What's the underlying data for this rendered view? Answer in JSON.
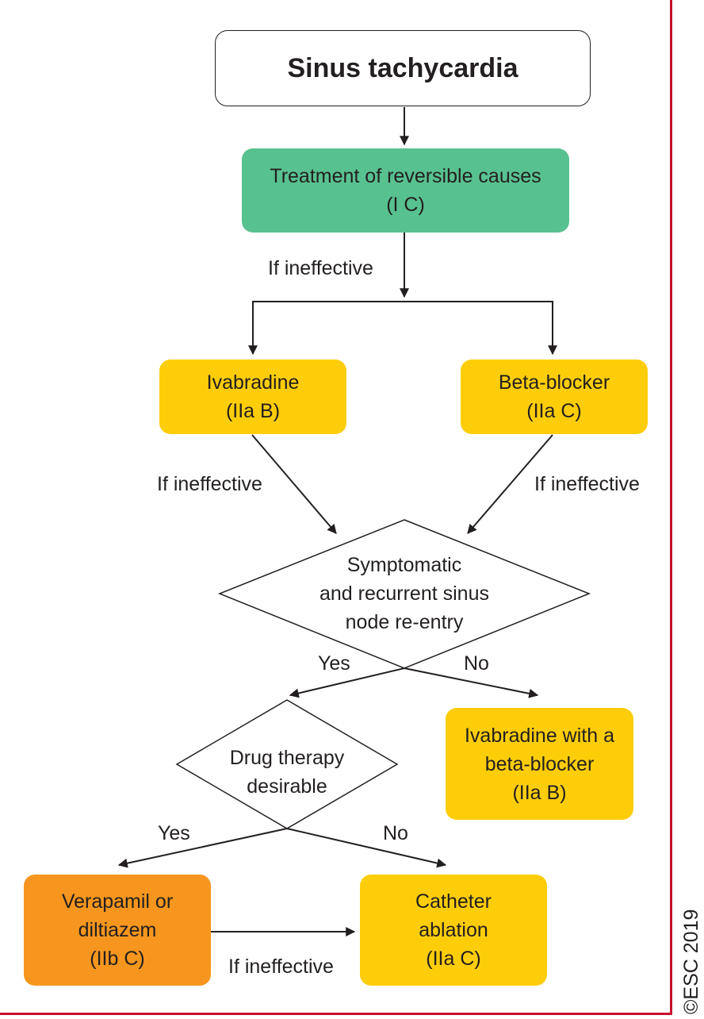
{
  "nodes": {
    "start": "Sinus tachycardia",
    "reversible": "Treatment of reversible causes\n(I C)",
    "ivabradine": "Ivabradine\n(IIa B)",
    "beta_blocker": "Beta-blocker\n(IIa C)",
    "sinus_node_question": "Symptomatic\nand recurrent sinus\nnode re-entry",
    "ivabradine_beta": "Ivabradine with a\nbeta-blocker\n(IIa B)",
    "drug_question": "Drug therapy\ndesirable",
    "verapamil": "Verapamil or\ndiltiazem\n(IIb C)",
    "ablation": "Catheter\nablation\n(IIa C)"
  },
  "edge_labels": {
    "if_ineffective_1": "If ineffective",
    "if_ineffective_2": "If ineffective",
    "if_ineffective_3": "If ineffective",
    "if_ineffective_4": "If ineffective",
    "yes_1": "Yes",
    "no_1": "No",
    "yes_2": "Yes",
    "no_2": "No"
  },
  "copyright": "©ESC 2019",
  "colors": {
    "green": "#58c190",
    "yellow": "#fecd0a",
    "orange": "#f6961e",
    "frame": "#c8102e"
  }
}
